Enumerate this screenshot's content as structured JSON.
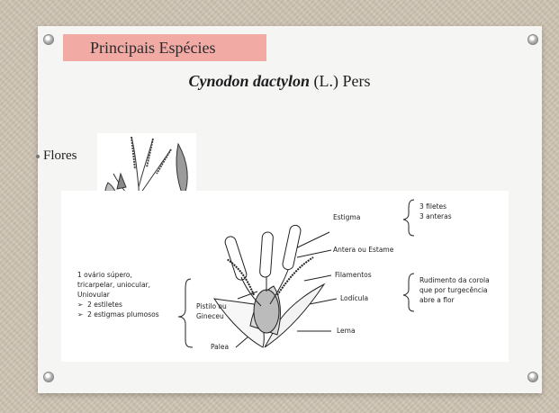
{
  "slide": {
    "title": "Principais Espécies",
    "species_name": "Cynodon dactylon",
    "species_author": " (L.) Pers",
    "bullet": "Flores"
  },
  "diagram": {
    "ovary_note": [
      "1 ovário súpero,",
      "tricarpelar, uniocular,",
      "Uniovular"
    ],
    "ovary_list": [
      "2 estiletes",
      "2 estigmas plumosos"
    ],
    "pistil_label": [
      "Pistilo ou",
      "Gineceu"
    ],
    "palea_label": "Palea",
    "estigma_label": "Estigma",
    "stamen_note": [
      "3 filetes",
      "3 anteras"
    ],
    "antera_label": "Antera ou Estame",
    "filamentos_label": "Filamentos",
    "lodicula_label": "Lodícula",
    "lema_label": "Lema",
    "lodicule_note": [
      "Rudimento da corola",
      "que por turgecência",
      "abre a flor"
    ]
  }
}
